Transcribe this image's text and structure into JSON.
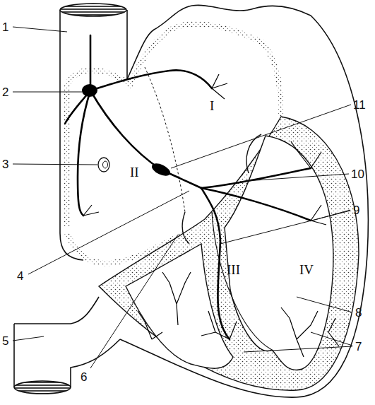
{
  "diagram": {
    "labels": [
      "1",
      "2",
      "3",
      "4",
      "5",
      "6",
      "7",
      "8",
      "9",
      "10",
      "11",
      "I",
      "II",
      "III",
      "IV"
    ]
  }
}
